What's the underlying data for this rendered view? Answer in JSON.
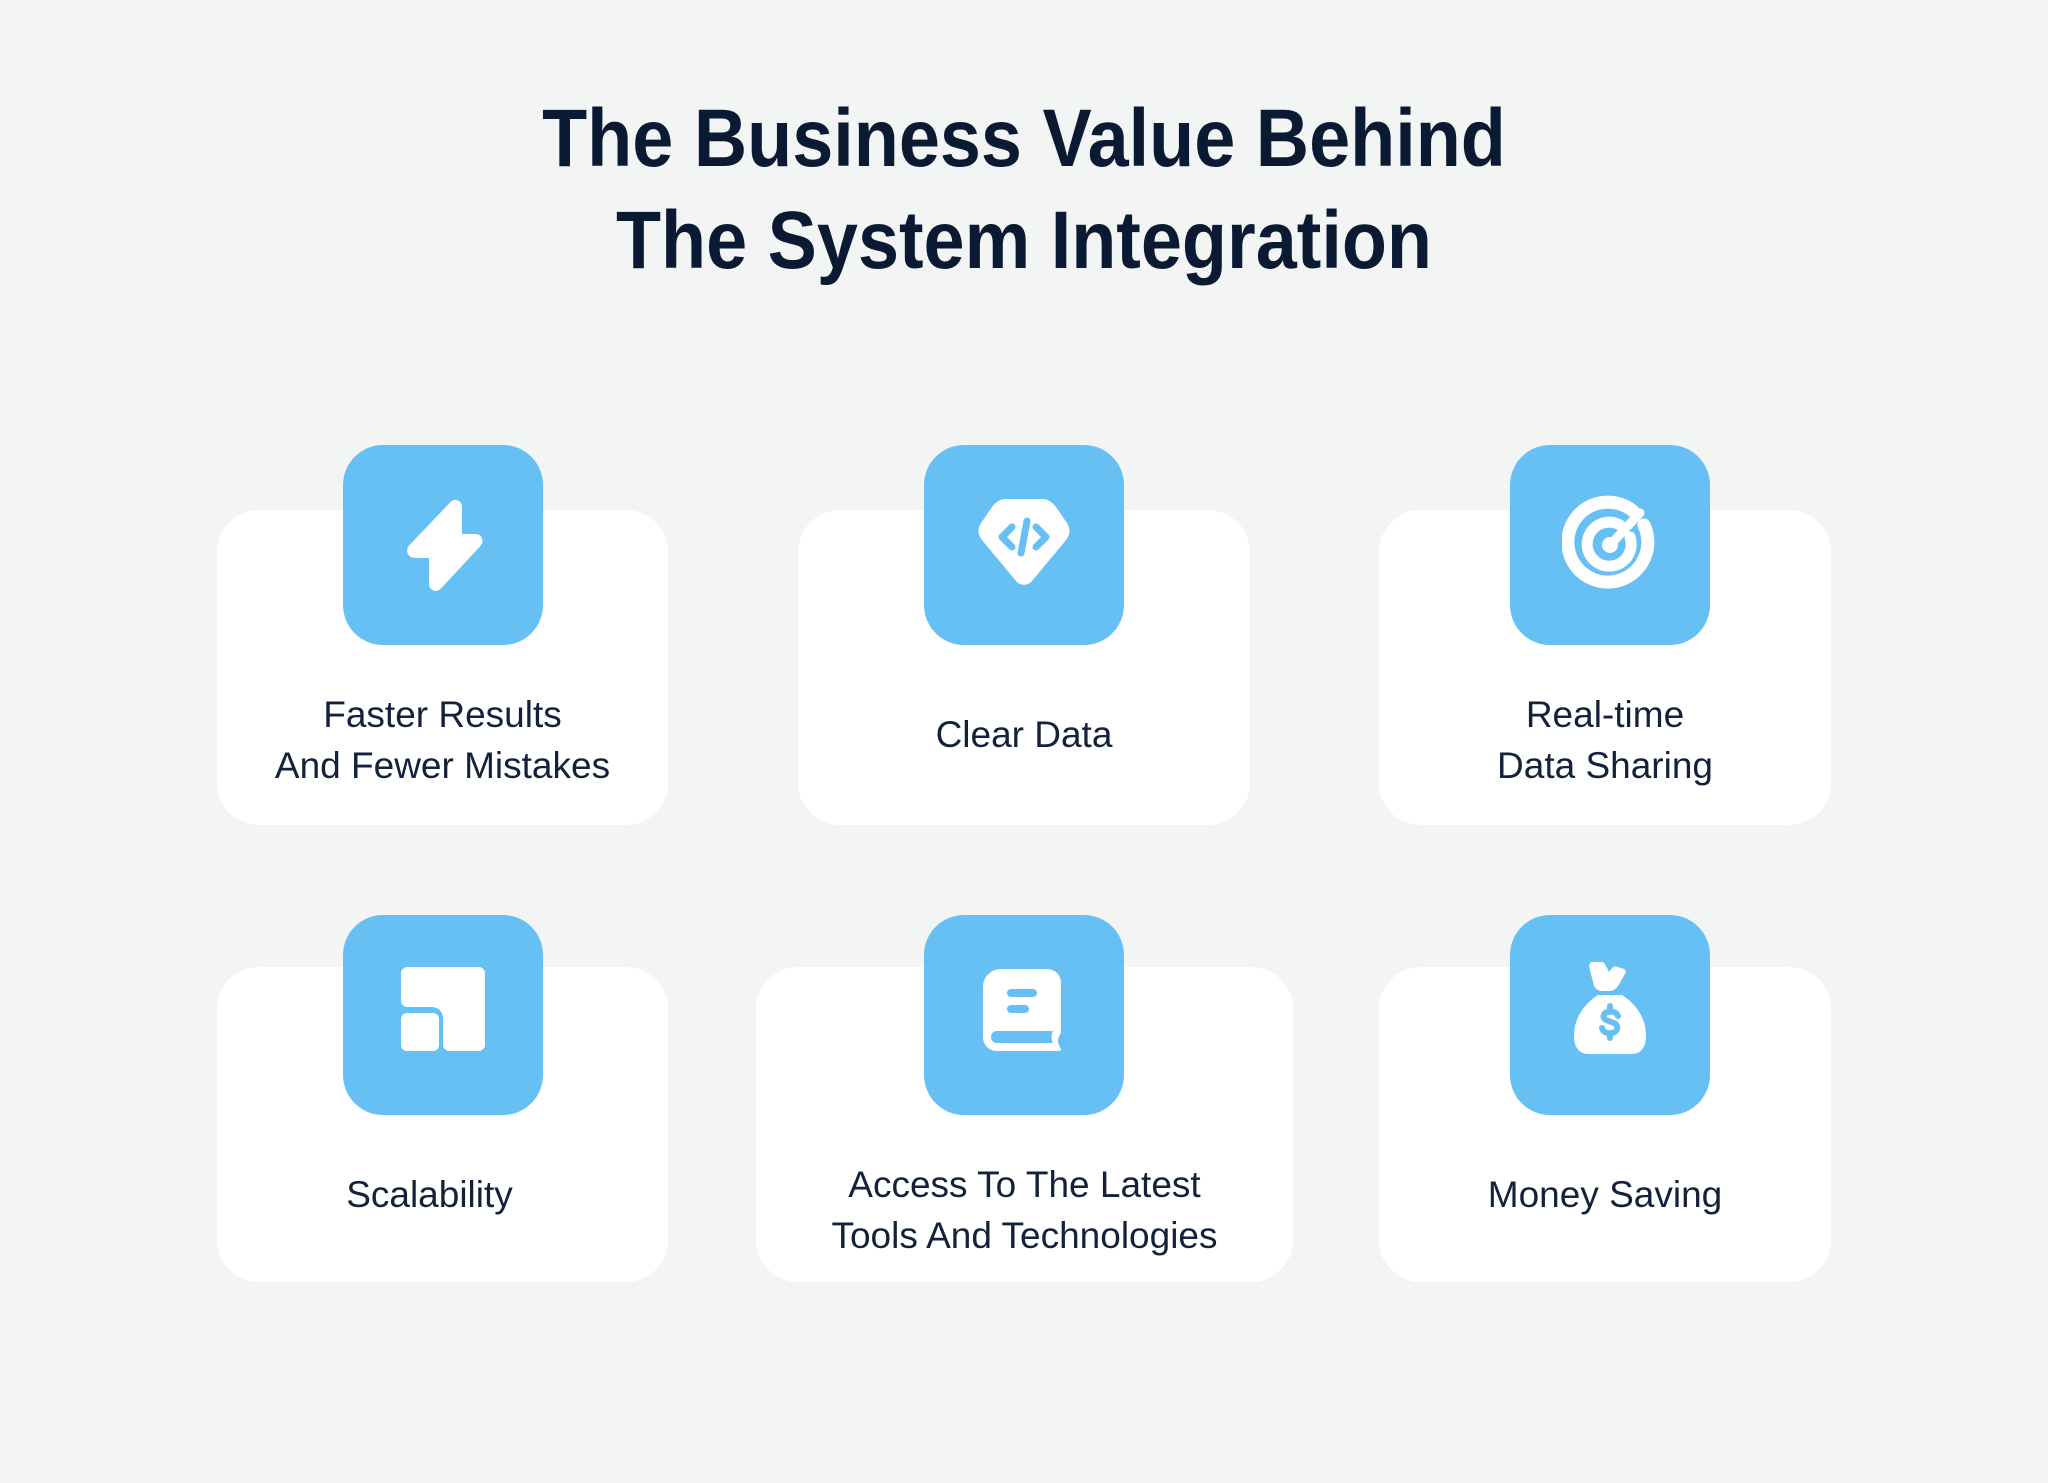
{
  "header": {
    "title_lines": [
      "The Business Value Behind",
      "The System Integration"
    ]
  },
  "colors": {
    "background": "#f3f5f5",
    "card": "#ffffff",
    "icon_tile": "#66c0f4",
    "title_text": "#0b1a33",
    "label_text": "#13223a"
  },
  "cards": [
    {
      "icon": "lightning-bolt-icon",
      "label_lines": [
        "Faster Results",
        "And Fewer Mistakes"
      ]
    },
    {
      "icon": "code-diamond-icon",
      "label_lines": [
        "Clear Data"
      ]
    },
    {
      "icon": "target-icon",
      "label_lines": [
        "Real-time",
        "Data Sharing"
      ]
    },
    {
      "icon": "scale-blocks-icon",
      "label_lines": [
        "Scalability"
      ]
    },
    {
      "icon": "book-icon",
      "label_lines": [
        "Access To The Latest",
        "Tools And Technologies"
      ]
    },
    {
      "icon": "money-bag-icon",
      "label_lines": [
        "Money Saving"
      ]
    }
  ]
}
